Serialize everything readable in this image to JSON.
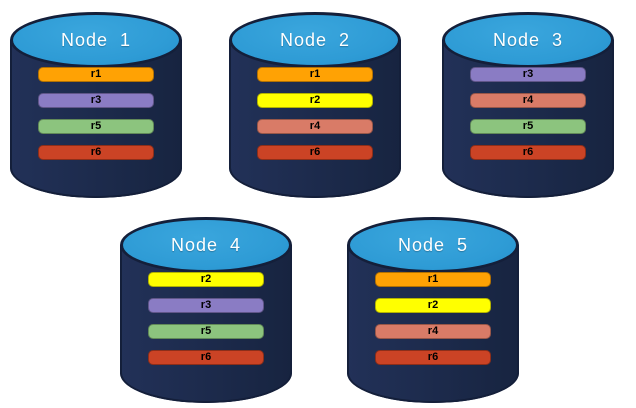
{
  "colors": {
    "cylinder_body": "#1C2A4B",
    "cylinder_outline": "#141F3A",
    "cylinder_top": "#2E9BD5",
    "node_title_text": "#FFFFFF",
    "bar_text": "#000000"
  },
  "replica_colors": {
    "r1": "#FFA204",
    "r2": "#FFFF00",
    "r3": "#8A7CC4",
    "r4": "#D97B67",
    "r5": "#8CC47E",
    "r6": "#CB4325"
  },
  "nodes": [
    {
      "label": "Node  1",
      "replicas": [
        "r1",
        "r3",
        "r5",
        "r6"
      ]
    },
    {
      "label": "Node  2",
      "replicas": [
        "r1",
        "r2",
        "r4",
        "r6"
      ]
    },
    {
      "label": "Node  3",
      "replicas": [
        "r3",
        "r4",
        "r5",
        "r6"
      ]
    },
    {
      "label": "Node  4",
      "replicas": [
        "r2",
        "r3",
        "r5",
        "r6"
      ]
    },
    {
      "label": "Node  5",
      "replicas": [
        "r1",
        "r2",
        "r4",
        "r6"
      ]
    }
  ]
}
